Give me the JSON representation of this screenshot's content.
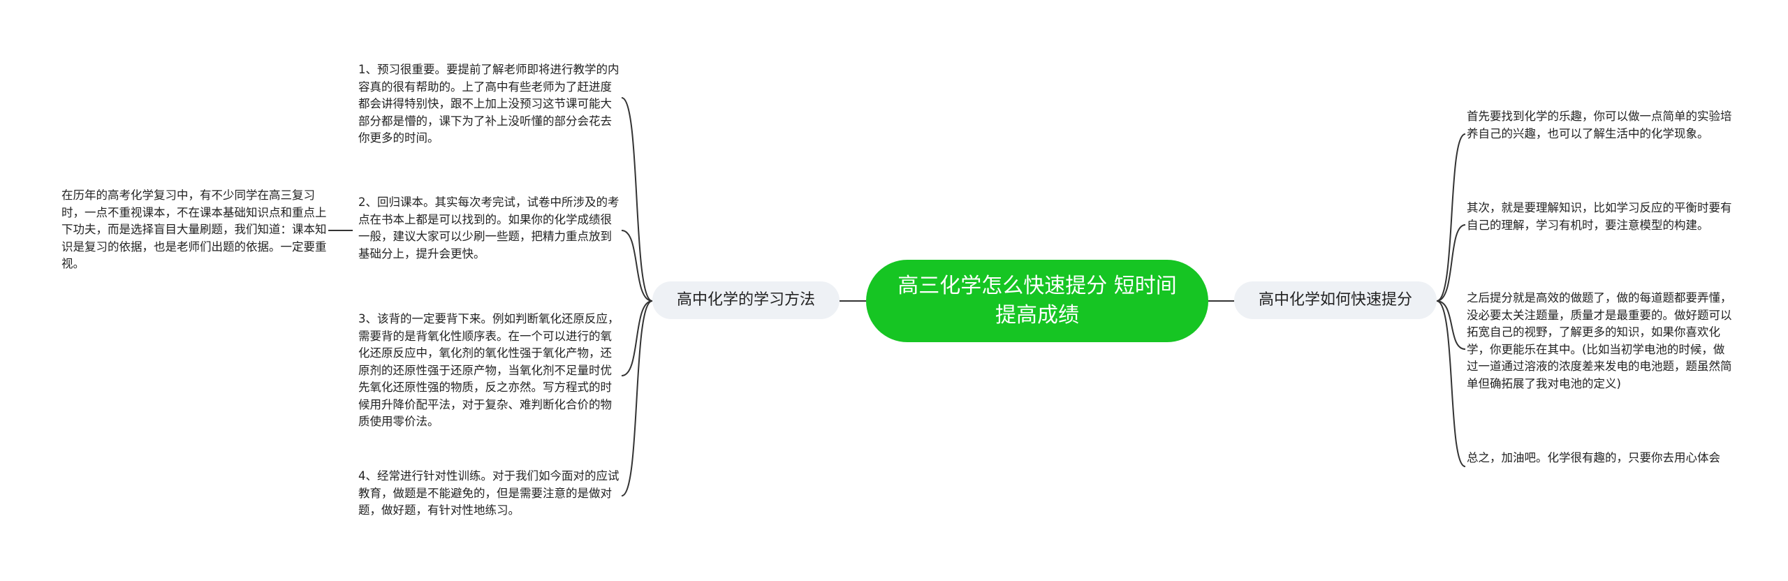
{
  "root": {
    "title": "高三化学怎么快速提分 短时间提高成绩"
  },
  "left_branch": {
    "label": "高中化学的学习方法",
    "items": [
      "1、预习很重要。要提前了解老师即将进行教学的内容真的很有帮助的。上了高中有些老师为了赶进度都会讲得特别快，跟不上加上没预习这节课可能大部分都是懵的，课下为了补上没听懂的部分会花去你更多的时间。",
      "2、回归课本。其实每次考完试，试卷中所涉及的考点在书本上都是可以找到的。如果你的化学成绩很一般，建议大家可以少刷一些题，把精力重点放到基础分上，提升会更快。",
      "3、该背的一定要背下来。例如判断氧化还原反应，需要背的是背氧化性顺序表。在一个可以进行的氧化还原反应中，氧化剂的氧化性强于氧化产物，还原剂的还原性强于还原产物，当氧化剂不足量时优先氧化还原性强的物质，反之亦然。写方程式的时候用升降价配平法，对于复杂、难判断化合价的物质使用零价法。",
      "4、经常进行针对性训练。对于我们如今面对的应试教育，做题是不能避免的，但是需要注意的是做对题，做好题，有针对性地练习。"
    ],
    "sub_note": "在历年的高考化学复习中，有不少同学在高三复习时，一点不重视课本，不在课本基础知识点和重点上下功夫，而是选择盲目大量刷题，我们知道：课本知识是复习的依据，也是老师们出题的依据。一定要重视。"
  },
  "right_branch": {
    "label": "高中化学如何快速提分",
    "items": [
      "首先要找到化学的乐趣，你可以做一点简单的实验培养自己的兴趣，也可以了解生活中的化学现象。",
      "其次，就是要理解知识，比如学习反应的平衡时要有自己的理解，学习有机时，要注意模型的构建。",
      "之后提分就是高效的做题了，做的每道题都要弄懂，没必要太关注题量，质量才是最重要的。做好题可以拓宽自己的视野，了解更多的知识，如果你喜欢化学，你更能乐在其中。(比如当初学电池的时候，做过一道通过溶液的浓度差来发电的电池题，题虽然简单但确拓展了我对电池的定义)",
      "总之，加油吧。化学很有趣的，只要你去用心体会"
    ]
  },
  "colors": {
    "root_fill": "#16c523",
    "branch_fill": "#eef1f5",
    "line": "#333333",
    "text": "#222222"
  }
}
